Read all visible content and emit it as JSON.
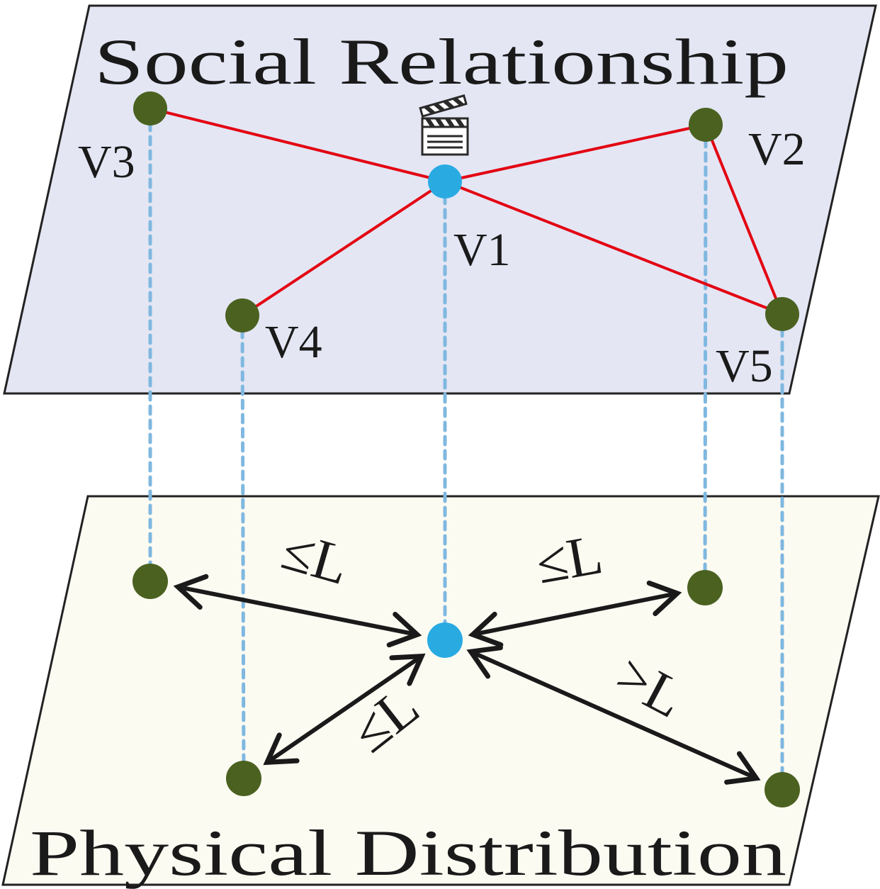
{
  "top_plane": {
    "title": "Social Relationship",
    "fill": "#e4e6f4",
    "nodes": [
      {
        "id": "V1",
        "label": "V1",
        "role": "center",
        "icon": "film-clapperboard-icon"
      },
      {
        "id": "V2",
        "label": "V2"
      },
      {
        "id": "V3",
        "label": "V3"
      },
      {
        "id": "V4",
        "label": "V4"
      },
      {
        "id": "V5",
        "label": "V5"
      }
    ],
    "edges": [
      {
        "from": "V1",
        "to": "V3"
      },
      {
        "from": "V1",
        "to": "V2"
      },
      {
        "from": "V1",
        "to": "V4"
      },
      {
        "from": "V1",
        "to": "V5"
      },
      {
        "from": "V2",
        "to": "V5"
      }
    ]
  },
  "bottom_plane": {
    "title": "Physical Distribution",
    "fill": "#fcfbf2",
    "distance_relations": [
      {
        "target": "V3",
        "label": "≤L"
      },
      {
        "target": "V2",
        "label": "≤L"
      },
      {
        "target": "V4",
        "label": "≤L"
      },
      {
        "target": "V5",
        "label": ">L"
      }
    ]
  },
  "colors": {
    "center_node": "#29abe2",
    "other_nodes": "#4b6120",
    "social_edge": "#e30613",
    "projection_line": "#7fb8e0",
    "distance_arrow": "#1a1a1a",
    "plane_border": "#222222"
  }
}
